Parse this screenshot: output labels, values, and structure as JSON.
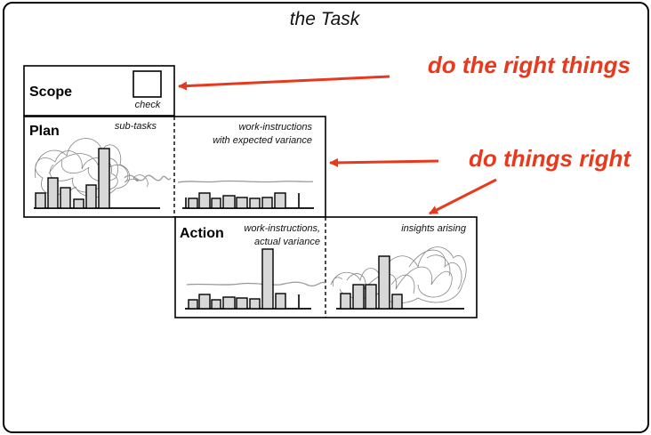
{
  "diagram": {
    "title": "the Task",
    "scope": {
      "label": "Scope",
      "check_label": "check"
    },
    "plan": {
      "label": "Plan",
      "left_note": "sub-tasks",
      "right_note_line1": "work-instructions",
      "right_note_line2": "with expected variance"
    },
    "action": {
      "label": "Action",
      "left_note_line1": "work-instructions,",
      "left_note_line2": "actual variance",
      "right_note": "insights arising"
    },
    "callouts": {
      "right_things": "do the right things",
      "things_right": "do things right"
    },
    "colors": {
      "callout": "#e8391c",
      "bar_fill": "#d8d8d8",
      "frame": "#000000"
    }
  }
}
